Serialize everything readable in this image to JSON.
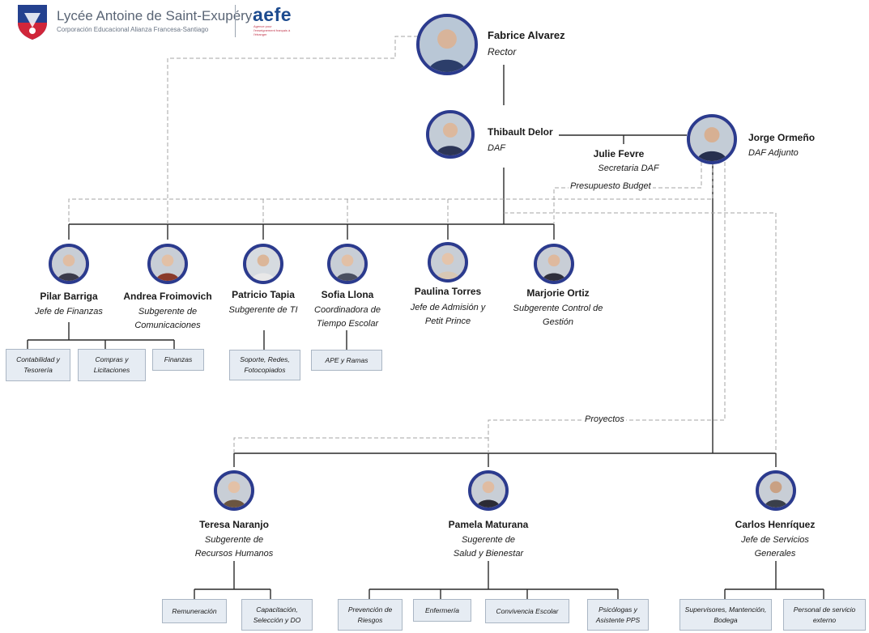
{
  "header": {
    "school_name": "Lycée Antoine de Saint-Exupéry",
    "school_subtitle": "Corporación Educacional Alianza Francesa-Santiago",
    "partner_logo": "aefe",
    "partner_logo_sub": "Agence pour l'enseignement français à l'étranger"
  },
  "people": {
    "rector": {
      "name": "Fabrice Alvarez",
      "role": "Rector"
    },
    "daf": {
      "name": "Thibault Delor",
      "role": "DAF"
    },
    "daf_adjunto": {
      "name": "Jorge Ormeño",
      "role": "DAF Adjunto"
    },
    "secretaria": {
      "name": "Julie Fevre",
      "role": "Secretaria DAF"
    },
    "pilar": {
      "name": "Pilar Barriga",
      "role": "Jefe de Finanzas"
    },
    "andrea": {
      "name": "Andrea Froimovich",
      "role_l1": "Subgerente de",
      "role_l2": "Comunicaciones"
    },
    "patricio": {
      "name": "Patricio Tapia",
      "role": "Subgerente de TI"
    },
    "sofia": {
      "name": "Sofia Llona",
      "role_l1": "Coordinadora de",
      "role_l2": "Tiempo Escolar"
    },
    "paulina": {
      "name": "Paulina Torres",
      "role_l1": "Jefe  de Admisión y",
      "role_l2": "Petit Prince"
    },
    "marjorie": {
      "name": "Marjorie Ortiz",
      "role_l1": "Subgerente Control de",
      "role_l2": "Gestión"
    },
    "teresa": {
      "name": "Teresa Naranjo",
      "role_l1": "Subgerente de",
      "role_l2": "Recursos Humanos"
    },
    "pamela": {
      "name": "Pamela Maturana",
      "role_l1": "Sugerente de",
      "role_l2": "Salud y Bienestar"
    },
    "carlos": {
      "name": "Carlos Henríquez",
      "role_l1": "Jefe de Servicios",
      "role_l2": "Generales"
    }
  },
  "line_labels": {
    "presupuesto": "Presupuesto   Budget",
    "proyectos": "Proyectos"
  },
  "units": {
    "contabilidad": "Contabilidad y Tesorería",
    "compras": "Compras y Licitaciones",
    "finanzas": "Finanzas",
    "soporte": "Soporte, Redes, Fotocopiados",
    "ape": "APE y Ramas",
    "remuneracion": "Remuneración",
    "capacitacion": "Capacitación, Selección y DO",
    "prevencion": "Prevención de Riesgos",
    "enfermeria": "Enfermería",
    "convivencia": "Convivencia Escolar",
    "psicologas": "Psicólogas y Asistente PPS",
    "supervisores": "Supervisores, Mantención, Bodega",
    "personal": "Personal de servicio externo"
  },
  "colors": {
    "avatar_ring_outer": "#2b3b8e",
    "avatar_ring_inner": "#d9283a",
    "box_fill": "#e6ecf3",
    "aefe_blue": "#1d4b8f"
  }
}
